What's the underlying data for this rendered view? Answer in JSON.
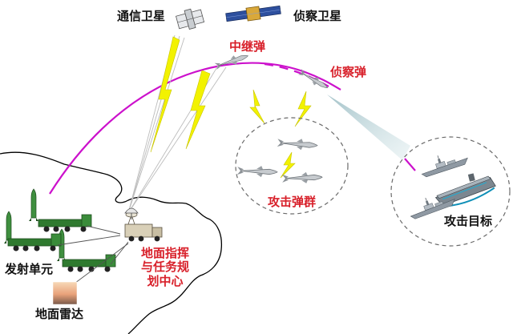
{
  "labels": {
    "comm_satellite": "通信卫星",
    "recon_satellite": "侦察卫星",
    "relay_missile": "中继弹",
    "recon_missile": "侦察弹",
    "attack_swarm": "攻击弹群",
    "attack_target": "攻击目标",
    "launch_unit": "发射单元",
    "ground_radar": "地面雷达",
    "command_center": "地面指挥与任务规划中心"
  },
  "colors": {
    "trajectory": "#cc11cc",
    "data_link": "#f2f200",
    "label_red": "#d8202a",
    "label_black": "#111111",
    "missile_green": "#2f7a2f",
    "coastline": "#000000"
  },
  "icons": {
    "comm_satellite": "satellite-icon",
    "recon_satellite": "satellite-icon",
    "missile": "missile-icon",
    "warship": "warship-icon",
    "aircraft_carrier": "carrier-icon",
    "launcher": "launcher-truck-icon",
    "command_vehicle": "command-vehicle-icon",
    "radar": "radar-icon"
  }
}
